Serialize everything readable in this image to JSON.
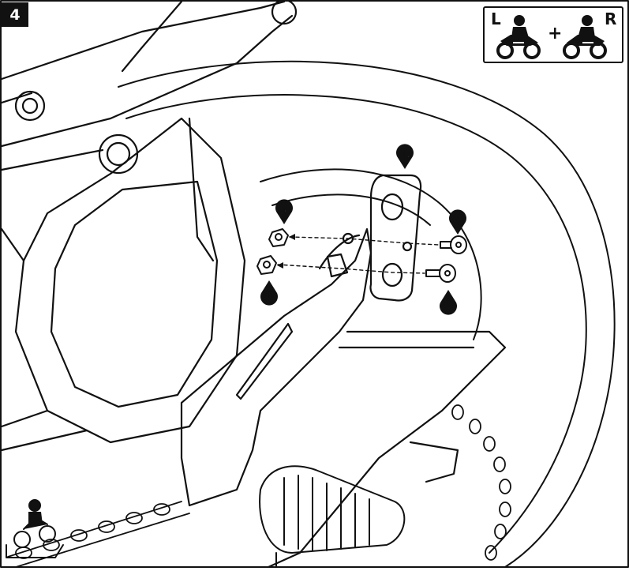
{
  "step": {
    "number": "4"
  },
  "side_indicator": {
    "left_label": "L",
    "right_label": "R",
    "plus": "+"
  },
  "callouts": [
    {
      "id": "14",
      "part": "bracket-plate"
    },
    {
      "id": "15",
      "part": "bolt-upper"
    },
    {
      "id": "16",
      "part": "nut-upper"
    },
    {
      "id": "17",
      "part": "bolt-lower"
    },
    {
      "id": "18",
      "part": "nut-lower"
    }
  ],
  "colors": {
    "line": "#111111",
    "background": "#ffffff",
    "callout_fill": "#111111"
  },
  "icons": [
    "motorcycle-rider-icon",
    "motorcycle-on-stand-icon"
  ]
}
